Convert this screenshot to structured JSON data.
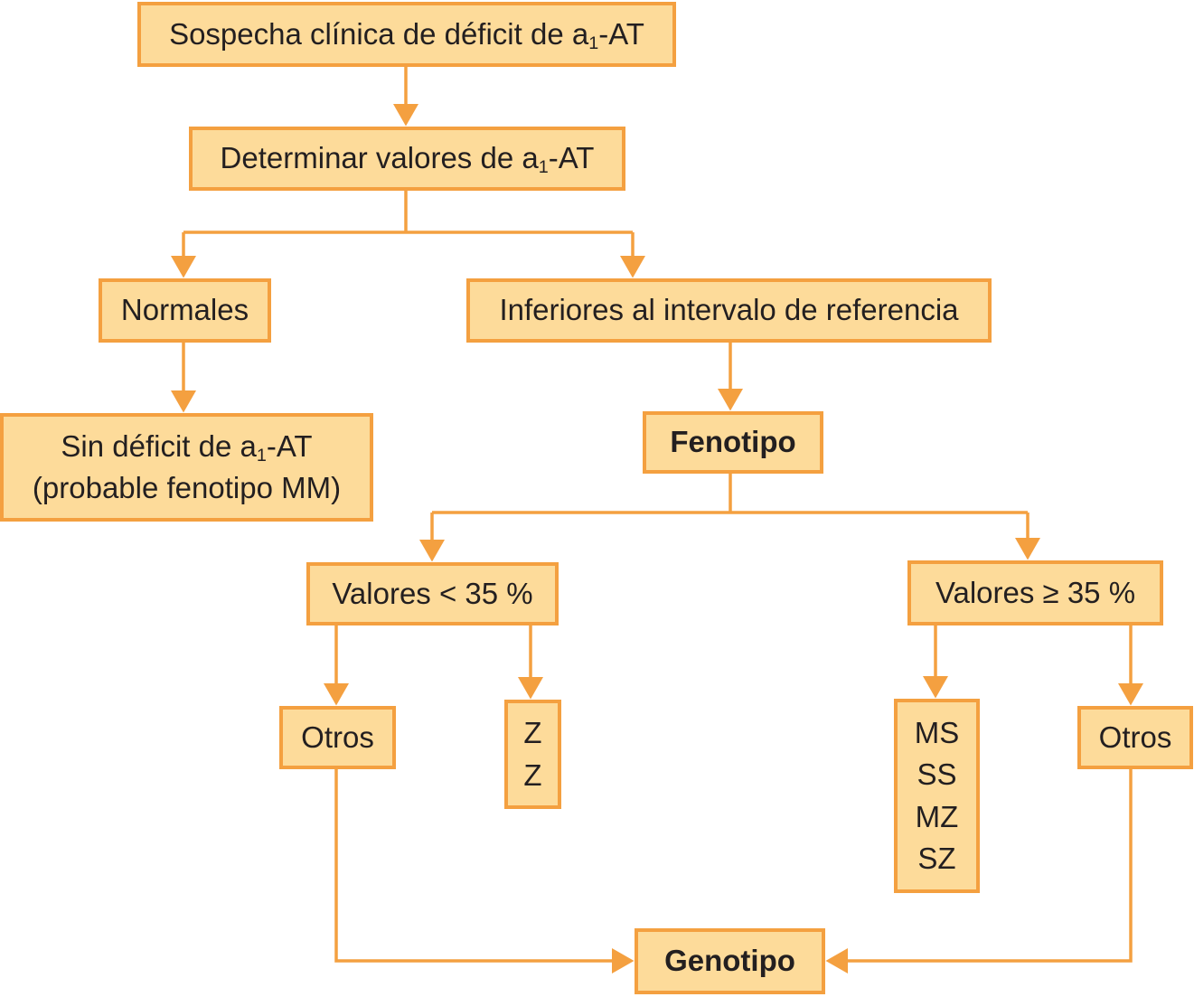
{
  "colors": {
    "fill": "#fddb9a",
    "border": "#f4a040",
    "line": "#f4a040",
    "text": "#231f20"
  },
  "nodes": {
    "sospecha": {
      "pre": "Sospecha clínica de déficit de a",
      "sub": "1",
      "post": "-AT"
    },
    "determinar": {
      "pre": "Determinar valores de a",
      "sub": "1",
      "post": "-AT"
    },
    "normales": "Normales",
    "inferiores": "Inferiores al intervalo de referencia",
    "sin_deficit": {
      "pre": "Sin déficit de a",
      "sub": "1",
      "post": "-AT",
      "line2": "(probable fenotipo MM)"
    },
    "fenotipo": "Fenotipo",
    "valores_menor": "Valores < 35 %",
    "valores_mayor": "Valores ≥  35 %",
    "otros_left": "Otros",
    "zz": [
      "Z",
      "Z"
    ],
    "ms_group": [
      "MS",
      "SS",
      "MZ",
      "SZ"
    ],
    "otros_right": "Otros",
    "genotipo": "Genotipo"
  }
}
